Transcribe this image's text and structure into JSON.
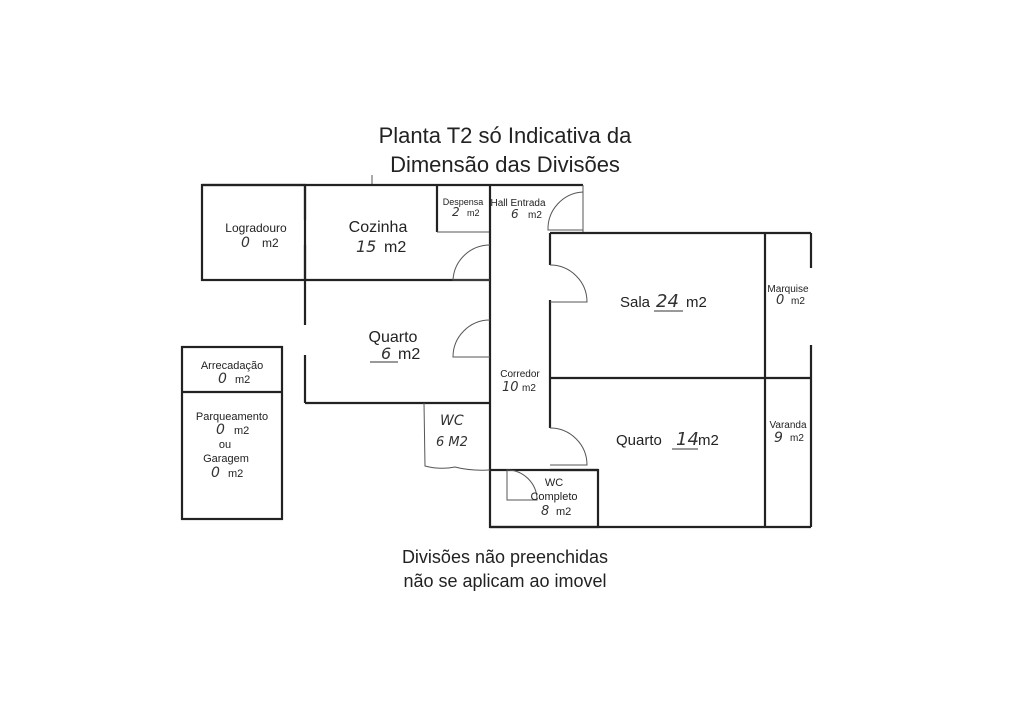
{
  "title": {
    "line1": "Planta T2 só Indicativa da",
    "line2": "Dimensão das Divisões"
  },
  "unit": "m2",
  "rooms": {
    "logradouro": {
      "label": "Logradouro",
      "value": "0"
    },
    "cozinha": {
      "label": "Cozinha",
      "value": "15"
    },
    "despensa": {
      "label": "Despensa",
      "value": "2"
    },
    "hall": {
      "label": "Hall Entrada",
      "value": "6"
    },
    "quarto1": {
      "label": "Quarto",
      "value": "6"
    },
    "corredor": {
      "label": "Corredor",
      "value": "10"
    },
    "sala": {
      "label": "Sala",
      "value": "24"
    },
    "marquise": {
      "label": "Marquise",
      "value": "0"
    },
    "quarto2": {
      "label": "Quarto",
      "value": "14"
    },
    "varanda": {
      "label": "Varanda",
      "value": "9"
    },
    "wc_completo": {
      "label1": "WC",
      "label2": "Completo",
      "value": "8"
    },
    "wc": {
      "label": "WC",
      "value": "6 M2"
    },
    "arrecadacao": {
      "label": "Arrecadação",
      "value": "0"
    },
    "parqueamento": {
      "label": "Parqueamento",
      "value": "0"
    },
    "ou": "ou",
    "garagem": {
      "label": "Garagem",
      "value": "0"
    }
  },
  "footer": {
    "line1": "Divisões não preenchidas",
    "line2": "não se aplicam ao imovel"
  }
}
